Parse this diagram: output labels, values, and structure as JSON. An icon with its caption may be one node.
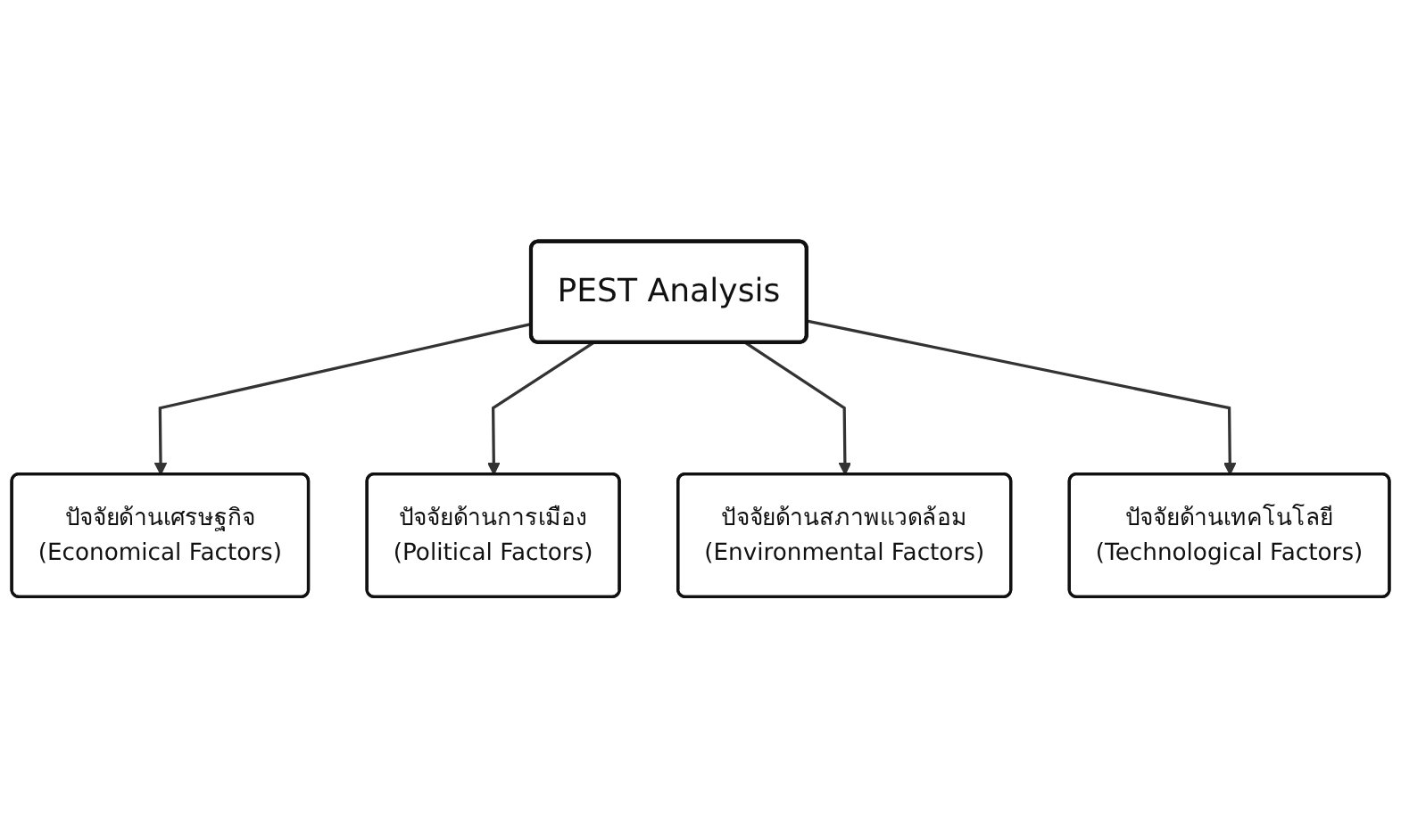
{
  "diagram": {
    "nodes": [
      {
        "text": [
          "ปัจจัยด้านเศรษฐกิจ",
          "(Economical Factors)"
        ]
      },
      {
        "text": [
          "ปัจจัยด้านการเมือง",
          "(Political Factors)"
        ]
      },
      {
        "text": [
          "PEST Analysis"
        ]
      },
      {
        "text": [
          "ปัจจัยด้านสภาพแวดล้อม",
          "(Environmental Factors)"
        ]
      },
      {
        "text": [
          "ปัจจัยด้านเทคโนโลยี",
          "(Technological Factors)"
        ]
      }
    ],
    "edges": [
      {
        "from": 2,
        "to": 0,
        "arrow": "to"
      },
      {
        "from": 2,
        "to": 1,
        "arrow": "to"
      },
      {
        "from": 2,
        "to": 3,
        "arrow": "to"
      },
      {
        "from": 2,
        "to": 4,
        "arrow": "to"
      }
    ]
  }
}
